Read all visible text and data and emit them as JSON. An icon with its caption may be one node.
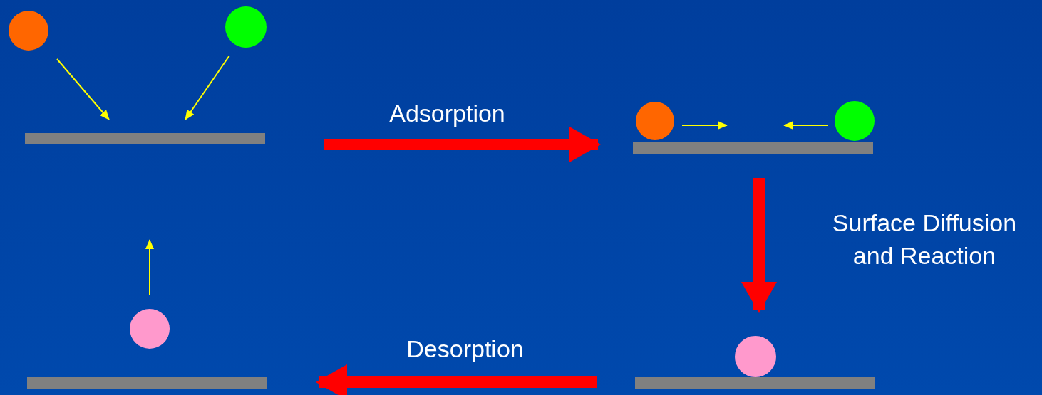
{
  "diagram": {
    "nodes": [
      {
        "text": [],
        "shape": "picture"
      },
      {
        "text": [],
        "shape": "picture"
      },
      {
        "text": [],
        "shape": "picture"
      },
      {
        "text": [],
        "shape": "picture"
      }
    ],
    "edges": [
      {
        "from": 0,
        "to": 1,
        "arrow": "to",
        "label": "Adsorption"
      },
      {
        "from": 1,
        "to": 2,
        "arrow": "to",
        "label": "Surface Diffusion and Reaction"
      },
      {
        "from": 2,
        "to": 3,
        "arrow": "to",
        "label": "Desorption"
      }
    ]
  }
}
